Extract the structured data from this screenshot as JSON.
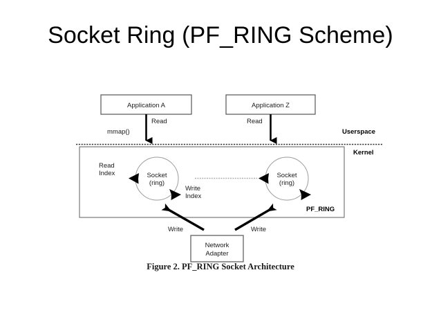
{
  "slide": {
    "title": "Socket Ring (PF_RING Scheme)",
    "caption": "Figure 2. PF_RING Socket Architecture",
    "background_color": "#ffffff",
    "text_color": "#000000"
  },
  "diagram": {
    "type": "architecture-block-diagram",
    "boxes": {
      "application_a": "Application A",
      "application_z": "Application Z",
      "network_adapter_line1": "Network",
      "network_adapter_line2": "Adapter"
    },
    "rings": {
      "left_line1": "Socket",
      "left_line2": "(ring)",
      "right_line1": "Socket",
      "right_line2": "(ring)"
    },
    "labels": {
      "read_a": "Read",
      "read_z": "Read",
      "mmap": "mmap()",
      "userspace": "Userspace",
      "kernel": "Kernel",
      "read_index_line1": "Read",
      "read_index_line2": "Index",
      "write_index_line1": "Write",
      "write_index_line2": "Index",
      "pf_ring": "PF_RING",
      "write_left": "Write",
      "write_right": "Write"
    },
    "colors": {
      "stroke": "#555555",
      "arrow": "#000000",
      "divider": "#333333",
      "box_fill": "#ffffff"
    }
  }
}
